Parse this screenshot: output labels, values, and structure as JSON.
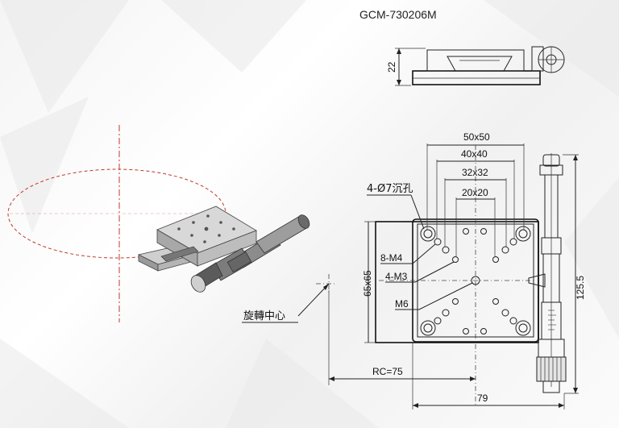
{
  "title": "GCM-730206M",
  "labels": {
    "height_side": "22",
    "dim_50": "50x50",
    "dim_40": "40x40",
    "dim_32": "32x32",
    "dim_20": "20x20",
    "holes_counterbore": "4-Ø7沉孔",
    "holes_m4": "8-M4",
    "holes_m3": "4-M3",
    "hole_m6": "M6",
    "dim_65": "65x65",
    "dim_125": "125.5",
    "rc": "RC=75",
    "dim_79": "79",
    "rotation_center": "旋轉中心"
  },
  "colors": {
    "accent_red": "#c0392b",
    "line": "#222222"
  }
}
